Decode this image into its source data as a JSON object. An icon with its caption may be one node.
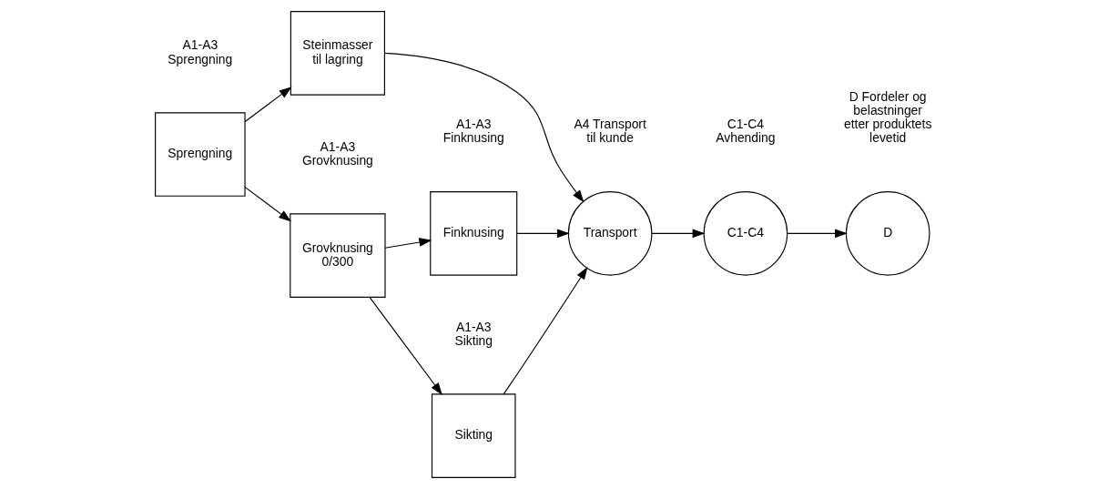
{
  "diagram": {
    "nodes": [
      {
        "text": [
          "Sprengning"
        ]
      },
      {
        "text": [
          "Grovknusing 0/300"
        ]
      },
      {
        "text": [
          "Sikting"
        ]
      },
      {
        "text": [
          "Finknusing"
        ]
      },
      {
        "text": [
          "Steinmasser til lagring"
        ]
      },
      {
        "text": [
          "Transport"
        ]
      },
      {
        "text": [
          "C1-C4"
        ]
      },
      {
        "text": [
          "D"
        ]
      }
    ],
    "edges": [
      {
        "from": 0,
        "to": 1,
        "arrow": "to"
      },
      {
        "from": 1,
        "to": 2,
        "arrow": "to"
      },
      {
        "from": 1,
        "to": 3,
        "arrow": "to"
      },
      {
        "from": 0,
        "to": 4,
        "arrow": "to"
      },
      {
        "from": 2,
        "to": 5,
        "arrow": "to"
      },
      {
        "from": 3,
        "to": 5,
        "arrow": "to"
      },
      {
        "from": 4,
        "to": 5,
        "arrow": "to"
      },
      {
        "from": 5,
        "to": 6,
        "arrow": "to"
      },
      {
        "from": 6,
        "to": 7,
        "arrow": "to"
      }
    ],
    "labels": [
      "A1-A3 Sprengning",
      "A1-A3 Grovknusing",
      "A1-A3 Sikting",
      "A4 Transport til kunde",
      "C1-C4 Avhending",
      "D Fordeler og belastninger etter produktets levetid",
      "A1-A3 Finknusing"
    ]
  }
}
